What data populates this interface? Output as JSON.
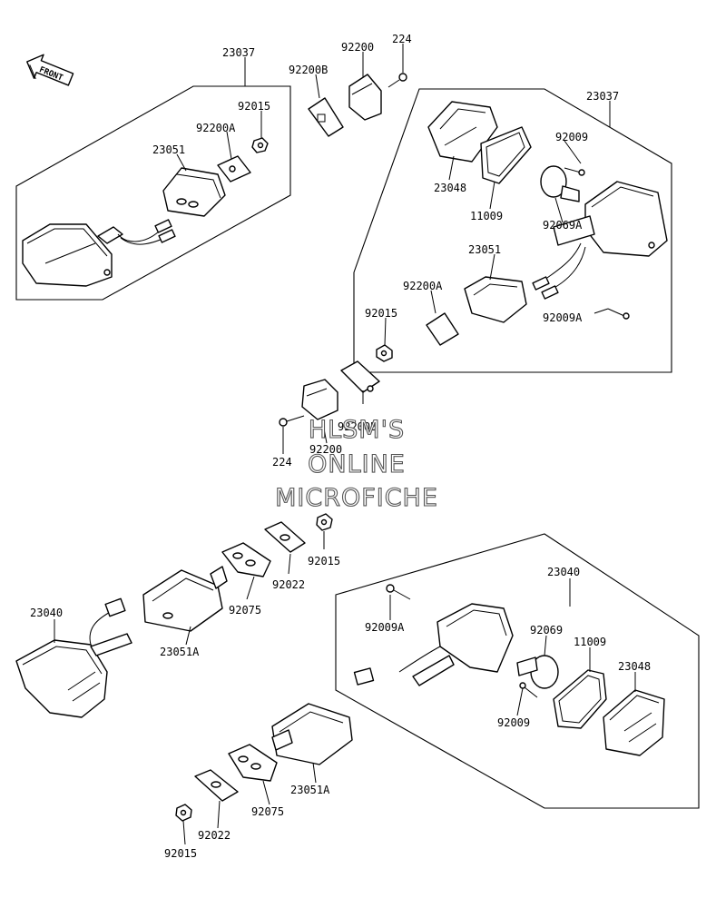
{
  "front_arrow": {
    "label": "FRONT"
  },
  "watermark": {
    "line1": "HLSM'S",
    "line2": "ONLINE",
    "line3": "MICROFICHE"
  },
  "labels": [
    "23037",
    "92015",
    "92200A",
    "23051",
    "92200B",
    "92200",
    "224",
    "23037",
    "92009",
    "23048",
    "11009",
    "92069A",
    "23051",
    "92200A",
    "92015",
    "92009A",
    "92200B",
    "92200",
    "224",
    "92015",
    "92022",
    "92075",
    "23051A",
    "23040",
    "23040",
    "92009A",
    "92069",
    "11009",
    "23048",
    "92009",
    "23051A",
    "92075",
    "92022",
    "92015"
  ]
}
